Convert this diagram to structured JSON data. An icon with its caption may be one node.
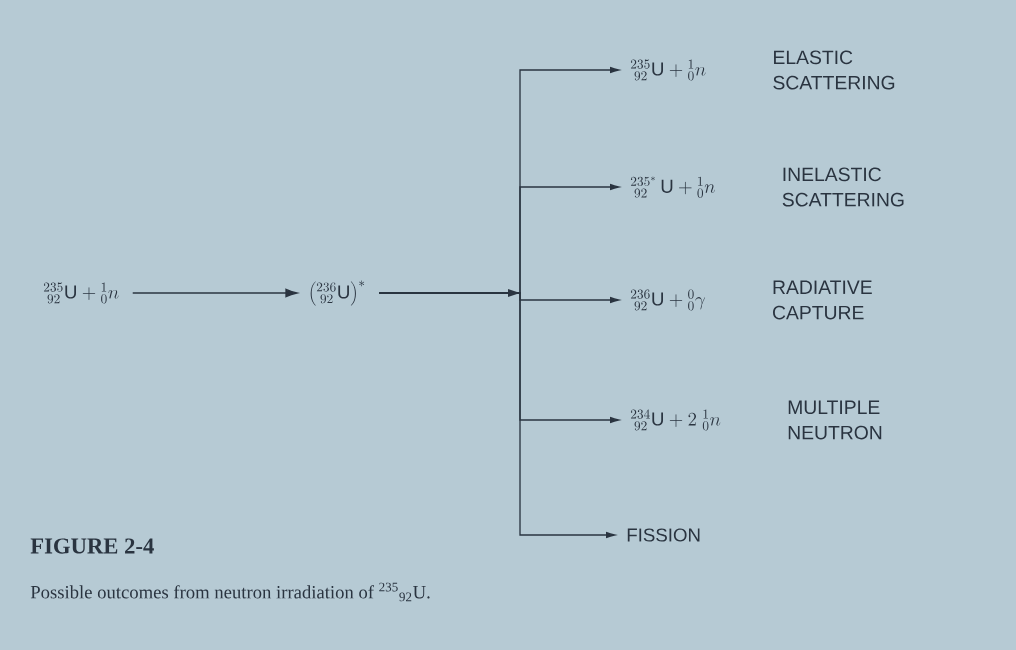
{
  "diagram": {
    "title": "FIGURE 2-4",
    "caption": "Possible outcomes from neutron irradiation of $^{235}$$_{92}$U.",
    "nodes": [
      {
        "text": [
          "{}^{235}_{\\;92}\\mathrm{U} + {}^{1}_{0}n"
        ]
      },
      {
        "text": [
          "\\left({}^{236}_{\\;92}\\mathrm{U}\\right)^{*}"
        ]
      },
      {
        "text": [
          "{}^{235}_{\\;92}\\mathrm{U} + {}^{1}_{0}n"
        ],
        "beside": [
          "ELASTIC SCATTERING"
        ]
      },
      {
        "text": [
          "{}^{235^{*}}_{\\;92}\\,\\mathrm{U} + {}^{1}_{0}n"
        ],
        "beside": [
          "INELASTIC SCATTERING"
        ]
      },
      {
        "text": [
          "{}^{236}_{\\;92}\\mathrm{U} + {}^{0}_{0}\\gamma"
        ],
        "beside": [
          "RADIATIVE CAPTURE"
        ]
      },
      {
        "text": [
          "{}^{234}_{\\;92}\\mathrm{U} + 2\\;{}^{1}_{0}n"
        ],
        "beside": [
          "MULTIPLE NEUTRON"
        ]
      },
      {
        "text": [
          "FISSION"
        ]
      }
    ],
    "edges": [
      {
        "from": 0,
        "to": 1,
        "arrow": "to"
      },
      {
        "from": 1,
        "to": 2,
        "arrow": "to"
      },
      {
        "from": 1,
        "to": 3,
        "arrow": "to"
      },
      {
        "from": 1,
        "to": 4,
        "arrow": "to"
      },
      {
        "from": 1,
        "to": 5,
        "arrow": "to"
      },
      {
        "from": 1,
        "to": 6,
        "arrow": "to"
      }
    ]
  }
}
